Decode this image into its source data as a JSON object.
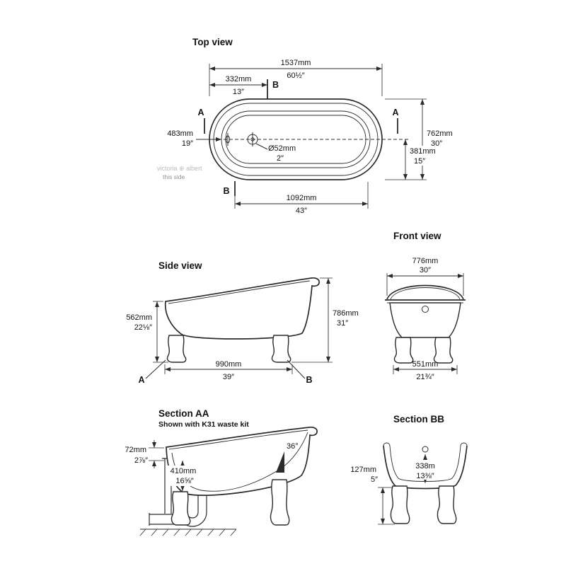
{
  "page": {
    "background": "#ffffff"
  },
  "colors": {
    "line": "#2b2b2b",
    "text": "#111111",
    "watermark": "#bcbcbc"
  },
  "top_view": {
    "title": "Top view",
    "overall_length": {
      "mm": "1537mm",
      "in": "60½″"
    },
    "waste_offset": {
      "mm": "332mm",
      "in": "13″"
    },
    "overflow_offset": {
      "mm": "483mm",
      "in": "19″"
    },
    "overall_width": {
      "mm": "762mm",
      "in": "30″"
    },
    "half_width": {
      "mm": "381mm",
      "in": "15″"
    },
    "waste_dia": {
      "mm": "Ø52mm",
      "in": "2″"
    },
    "base_length": {
      "mm": "1092mm",
      "in": "43″"
    },
    "section_a": "A",
    "section_b": "B",
    "brand": "victoria ⊕ albert",
    "brand_note": "this side"
  },
  "side_view": {
    "title": "Side view",
    "rim_height": {
      "mm": "562mm",
      "in": "22⅛″"
    },
    "back_height": {
      "mm": "786mm",
      "in": "31″"
    },
    "feet_spread": {
      "mm": "990mm",
      "in": "39″"
    },
    "label_a": "A",
    "label_b": "B"
  },
  "front_view": {
    "title": "Front view",
    "overall_width": {
      "mm": "776mm",
      "in": "30″"
    },
    "feet_spread": {
      "mm": "551mm",
      "in": "21¾″"
    }
  },
  "section_aa": {
    "title": "Section AA",
    "subtitle": "Shown with K31 waste kit",
    "rim_drop": {
      "mm": "72mm",
      "in": "2⅞″"
    },
    "depth": {
      "mm": "410mm",
      "in": "16⅝″"
    },
    "backrest_angle": "36°"
  },
  "section_bb": {
    "title": "Section BB",
    "floor_clearance": {
      "mm": "127mm",
      "in": "5″"
    },
    "depth": {
      "mm": "338m",
      "in": "13⅜″"
    }
  }
}
